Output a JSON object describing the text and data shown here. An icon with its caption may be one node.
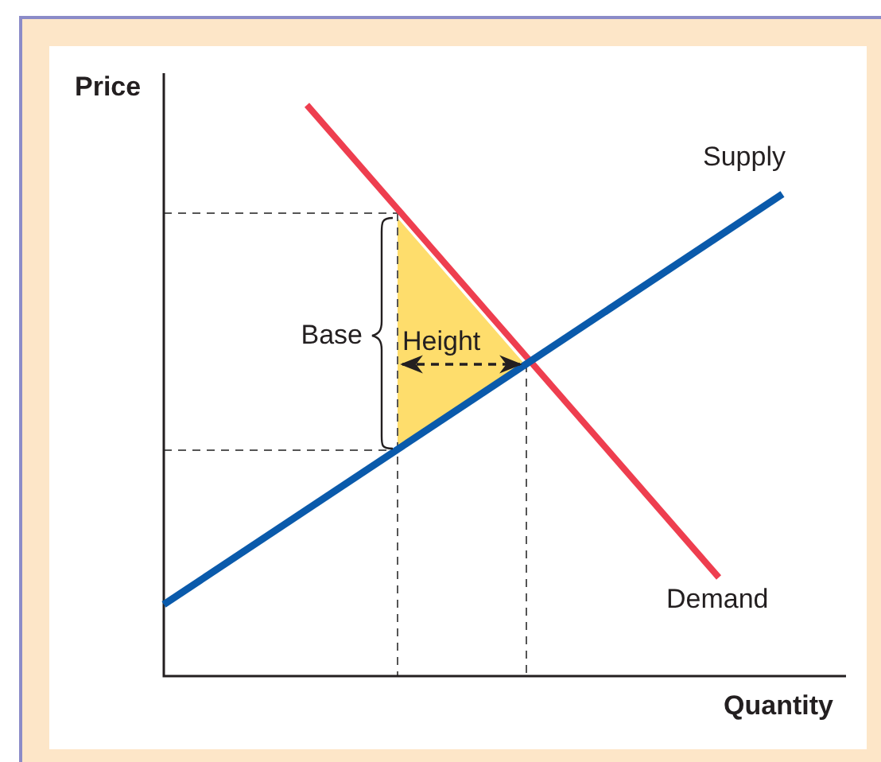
{
  "diagram": {
    "labels": [
      "Price",
      "Supply",
      "Base",
      "Height",
      "Demand",
      "Quantity"
    ]
  }
}
